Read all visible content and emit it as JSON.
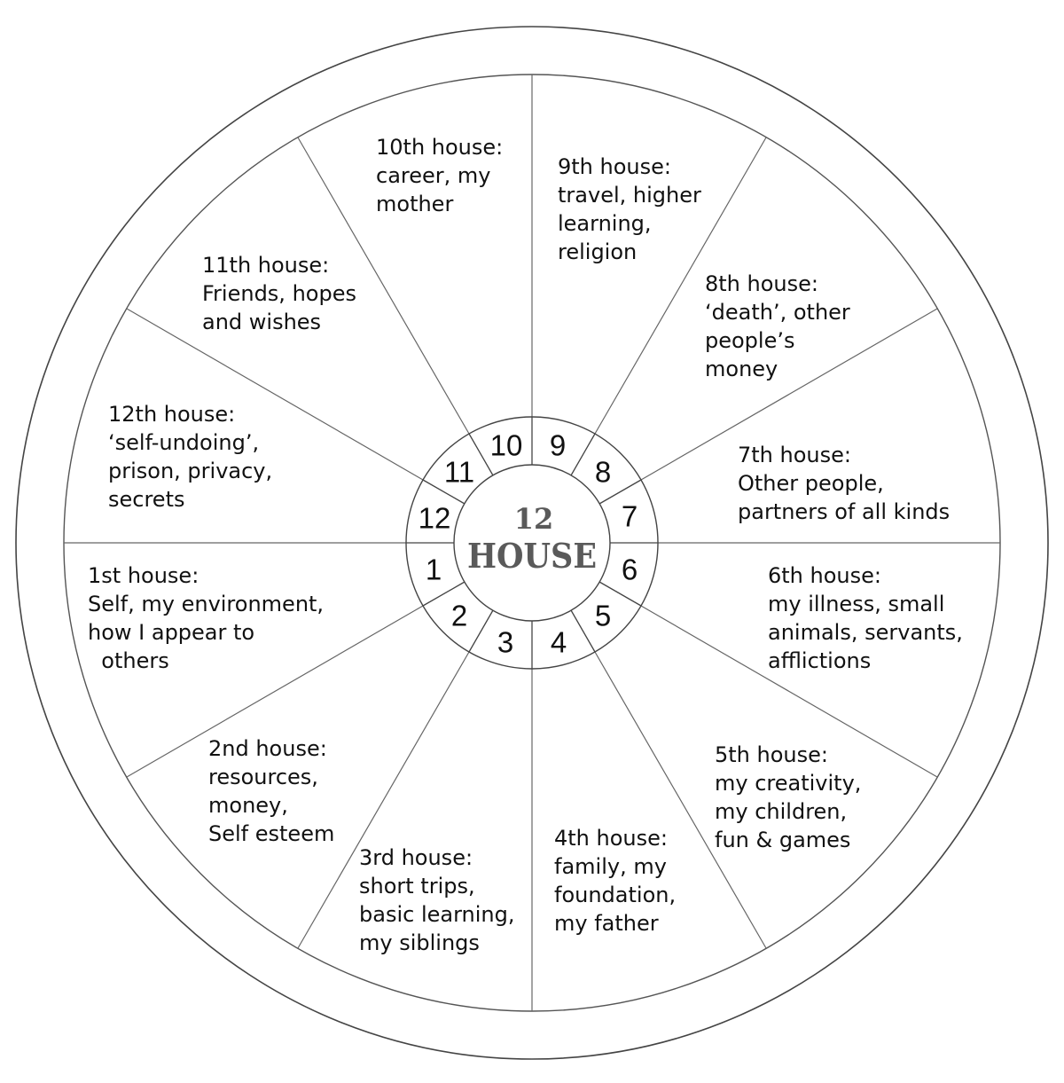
{
  "center": {
    "line1": "12",
    "line2": "HOUSE"
  },
  "colors": {
    "stroke": "#555555",
    "text": "#111111",
    "center_text": "#5a5a5a",
    "background": "#ffffff"
  },
  "ring_numbers": [
    "1",
    "2",
    "3",
    "4",
    "5",
    "6",
    "7",
    "8",
    "9",
    "10",
    "11",
    "12"
  ],
  "houses": [
    {
      "number": "1",
      "title": "1st house:",
      "lines": [
        "Self, my environment,",
        "how I appear to",
        "  others"
      ]
    },
    {
      "number": "2",
      "title": "2nd house:",
      "lines": [
        "resources,",
        "money,",
        "Self esteem"
      ]
    },
    {
      "number": "3",
      "title": "3rd house:",
      "lines": [
        "short trips,",
        "basic learning,",
        "my siblings"
      ]
    },
    {
      "number": "4",
      "title": "4th house:",
      "lines": [
        "family, my",
        "foundation,",
        "my father"
      ]
    },
    {
      "number": "5",
      "title": "5th house:",
      "lines": [
        "my creativity,",
        "my children,",
        "fun & games"
      ]
    },
    {
      "number": "6",
      "title": "6th house:",
      "lines": [
        "my illness, small",
        "animals, servants,",
        "afflictions"
      ]
    },
    {
      "number": "7",
      "title": "7th house:",
      "lines": [
        "Other people,",
        "partners of all kinds"
      ]
    },
    {
      "number": "8",
      "title": "8th house:",
      "lines": [
        "‘death’, other",
        "people’s",
        "money"
      ]
    },
    {
      "number": "9",
      "title": "9th house:",
      "lines": [
        "travel, higher",
        "learning,",
        "religion"
      ]
    },
    {
      "number": "10",
      "title": "10th house:",
      "lines": [
        "career, my",
        "mother"
      ]
    },
    {
      "number": "11",
      "title": "11th house:",
      "lines": [
        "Friends, hopes",
        "and wishes"
      ]
    },
    {
      "number": "12",
      "title": "12th house:",
      "lines": [
        "‘self-undoing’,",
        "prison, privacy,",
        "secrets"
      ]
    }
  ]
}
